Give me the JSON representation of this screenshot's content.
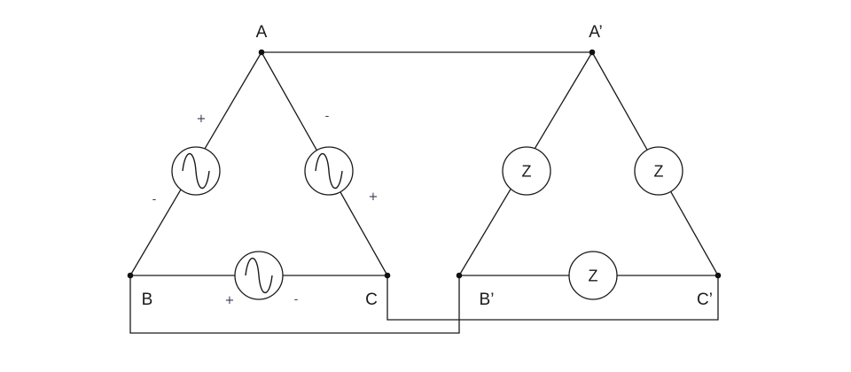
{
  "nodes": {
    "A": "A",
    "B": "B",
    "C": "C",
    "A_prime": "A’",
    "B_prime": "B’",
    "C_prime": "C’"
  },
  "sources": {
    "AB": {
      "plus": "+",
      "minus": "-"
    },
    "AC": {
      "plus": "+",
      "minus": "-"
    },
    "BC": {
      "plus": "+",
      "minus": "-"
    }
  },
  "loads": {
    "left": "Z",
    "right": "Z",
    "bottom": "Z"
  }
}
